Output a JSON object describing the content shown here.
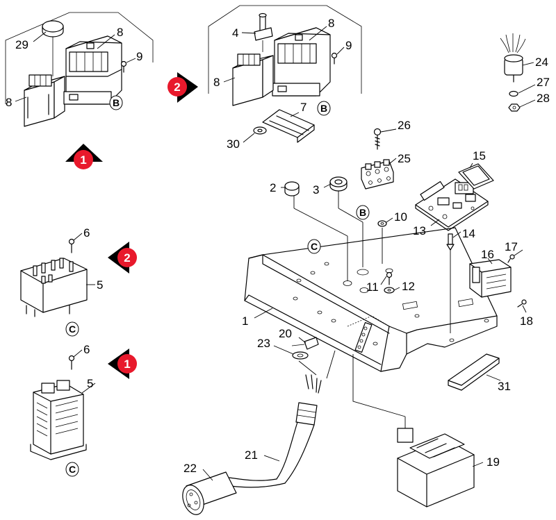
{
  "page": {
    "variant_markers": {
      "one": "1",
      "two": "2"
    },
    "connection_refs": {
      "b": "B",
      "c": "C"
    },
    "parts": {
      "p1": "1",
      "p2": "2",
      "p3": "3",
      "p4": "4",
      "p5": "5",
      "p6": "6",
      "p7": "7",
      "p8": "8",
      "p9": "9",
      "p10": "10",
      "p11": "11",
      "p12": "12",
      "p13": "13",
      "p14": "14",
      "p15": "15",
      "p16": "16",
      "p17": "17",
      "p18": "18",
      "p19": "19",
      "p20": "20",
      "p21": "21",
      "p22": "22",
      "p23": "23",
      "p24": "24",
      "p25": "25",
      "p26": "26",
      "p27": "27",
      "p28": "28",
      "p29": "29",
      "p30": "30",
      "p31": "31"
    },
    "colors": {
      "badge": "#e8192c",
      "badge_arrow": "#000000",
      "line": "#000000"
    }
  }
}
